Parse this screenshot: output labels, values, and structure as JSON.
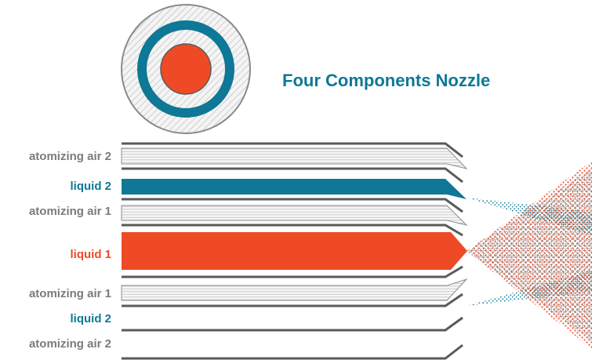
{
  "title": "Four Components Nozzle",
  "labels": {
    "air2_top": "atomizing air 2",
    "liquid2_top": "liquid 2",
    "air1_top": "atomizing air 1",
    "liquid1": "liquid 1",
    "air1_bottom": "atomizing air 1",
    "liquid2_bottom": "liquid 2",
    "air2_bottom": "atomizing air 2"
  },
  "colors": {
    "teal": "#0e7896",
    "red": "#ee4a26",
    "wall": "#5a5a5a",
    "label_grey": "#7b7b7b"
  }
}
